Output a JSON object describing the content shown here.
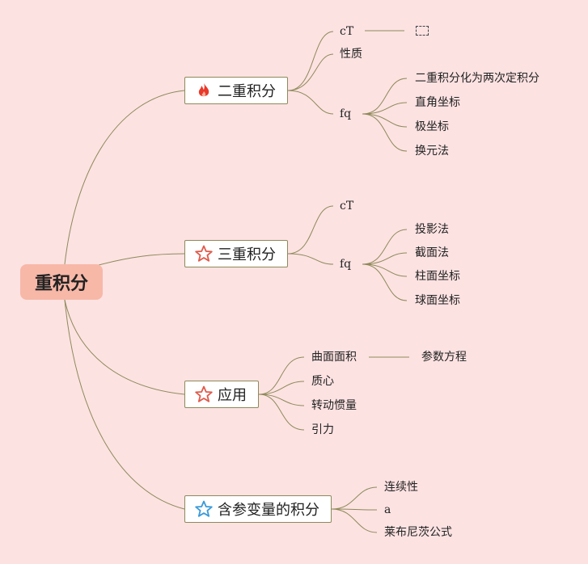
{
  "root": "重积分",
  "branches": [
    {
      "title": "二重积分",
      "icon": "fire-icon",
      "children": [
        {
          "label": "cT"
        },
        {
          "label": "性质"
        },
        {
          "label": "fq",
          "children": [
            "二重积分化为两次定积分",
            "直角坐标",
            "极坐标",
            "换元法"
          ]
        }
      ]
    },
    {
      "title": "三重积分",
      "icon": "star-outline-icon",
      "children": [
        {
          "label": "cT"
        },
        {
          "label": "fq",
          "children": [
            "投影法",
            "截面法",
            "柱面坐标",
            "球面坐标"
          ]
        }
      ]
    },
    {
      "title": "应用",
      "icon": "star-outline-icon",
      "children": [
        {
          "label": "曲面面积",
          "children": [
            "参数方程"
          ]
        },
        {
          "label": "质心"
        },
        {
          "label": "转动惯量"
        },
        {
          "label": "引力"
        }
      ]
    },
    {
      "title": "含参变量的积分",
      "icon": "blue-star-icon",
      "children": [
        {
          "label": "连续性"
        },
        {
          "label": "a"
        },
        {
          "label": "莱布尼茨公式"
        }
      ]
    }
  ],
  "colors": {
    "background": "#fde2e2",
    "root": "#f7b8a8",
    "line": "#8d8a59",
    "fire": "#e8392a",
    "star": "#e05a4a",
    "blue_star": "#3a9ad9"
  }
}
